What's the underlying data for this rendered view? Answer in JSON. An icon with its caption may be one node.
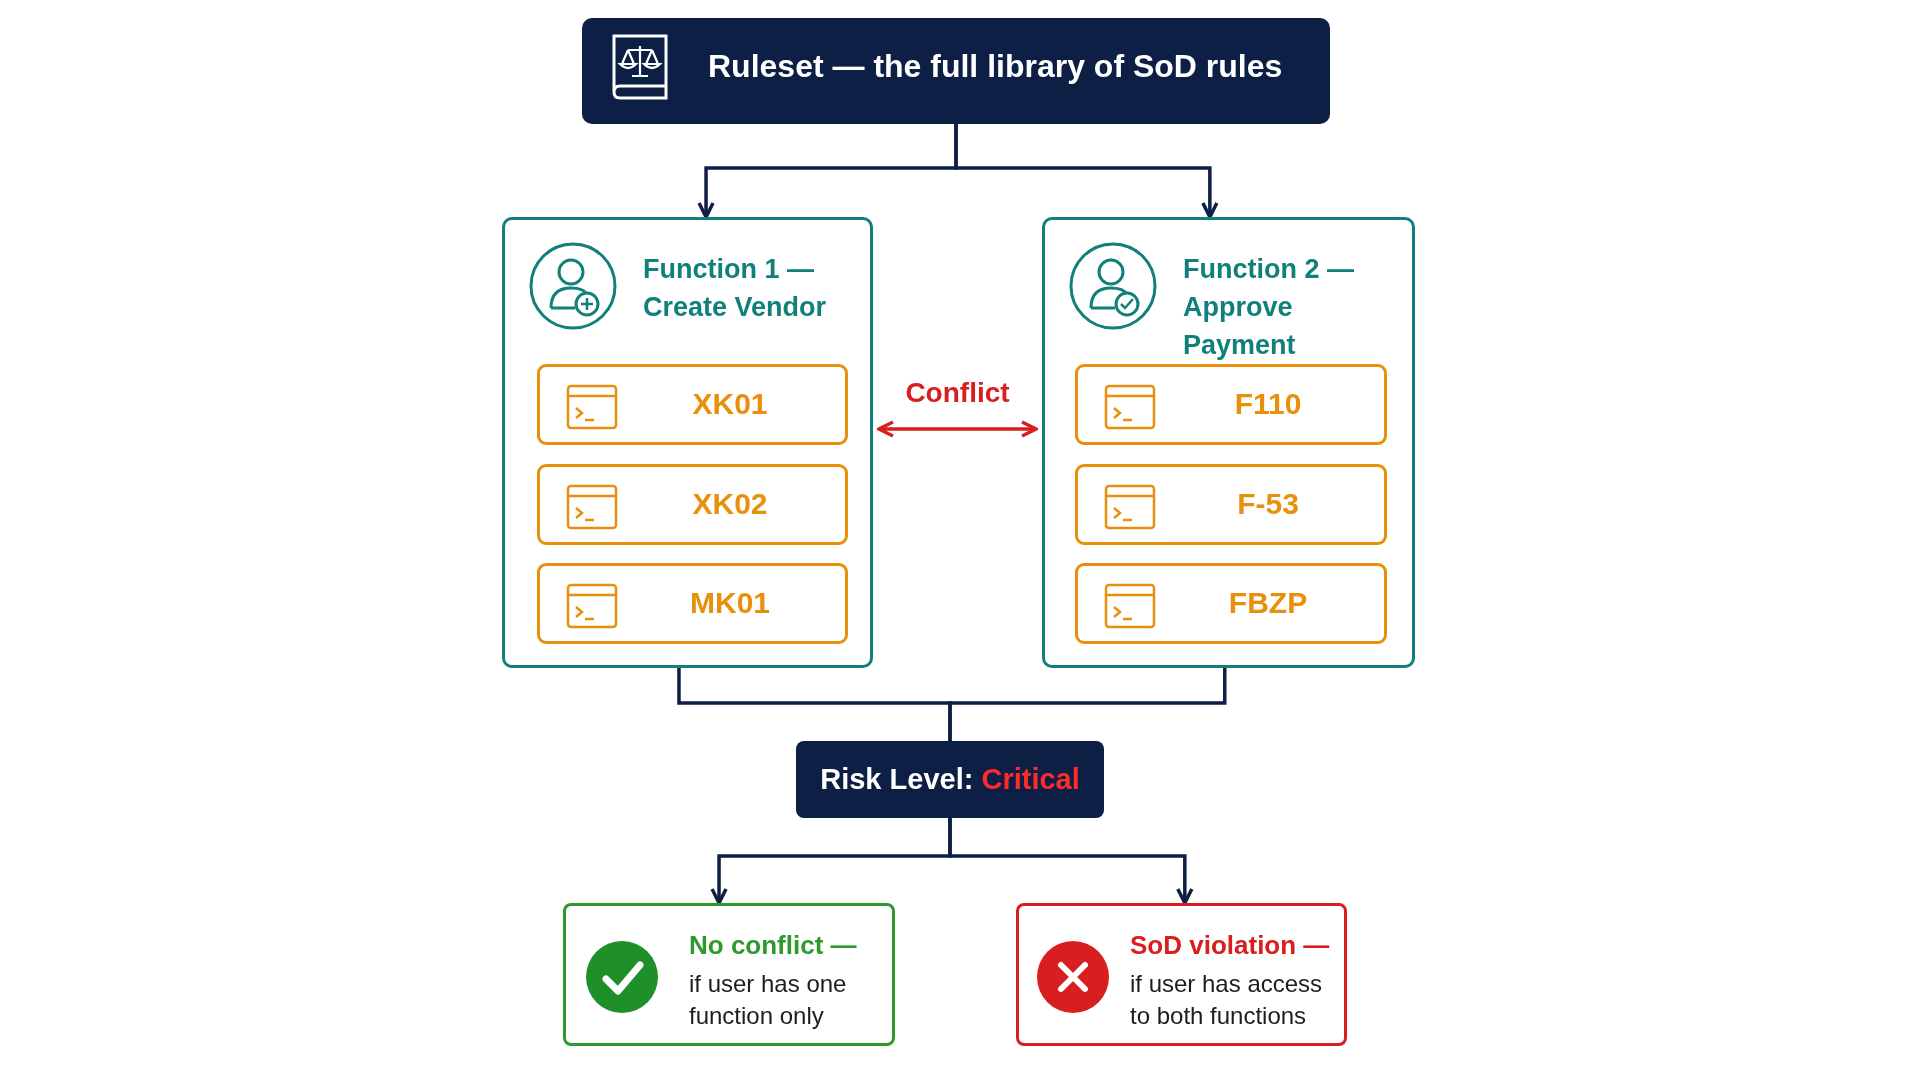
{
  "diagram": {
    "nodes": [
      {
        "text": [
          "Ruleset — the full library of SoD rules"
        ]
      },
      {
        "text": [
          "Function 1 — Create Vendor"
        ]
      },
      {
        "text": [
          "XK01"
        ],
        "in": 1
      },
      {
        "text": [
          "XK02"
        ],
        "in": 1
      },
      {
        "text": [
          "MK01"
        ],
        "in": 1
      },
      {
        "text": [
          "Function 2 — Approve Payment"
        ]
      },
      {
        "text": [
          "F110"
        ],
        "in": 5
      },
      {
        "text": [
          "F-53"
        ],
        "in": 5
      },
      {
        "text": [
          "FBZP"
        ],
        "in": 5
      },
      {
        "text": [
          "Risk Level:",
          "Critical"
        ]
      },
      {
        "text": [
          "No conflict —",
          "if user has one function only"
        ]
      },
      {
        "text": [
          "SoD violation —",
          "if user has access to both functions"
        ]
      }
    ],
    "edges": [
      {
        "from": 0,
        "to": 1,
        "arrow": "to"
      },
      {
        "from": 0,
        "to": 5,
        "arrow": "to"
      },
      {
        "from": 1,
        "to": 5,
        "arrow": "both",
        "label": "Conflict",
        "color": "#d81e1e"
      },
      {
        "from": 1,
        "to": 9,
        "arrow": "none"
      },
      {
        "from": 5,
        "to": 9,
        "arrow": "none"
      },
      {
        "from": 9,
        "to": 10,
        "arrow": "to"
      },
      {
        "from": 9,
        "to": 11,
        "arrow": "to"
      }
    ]
  }
}
